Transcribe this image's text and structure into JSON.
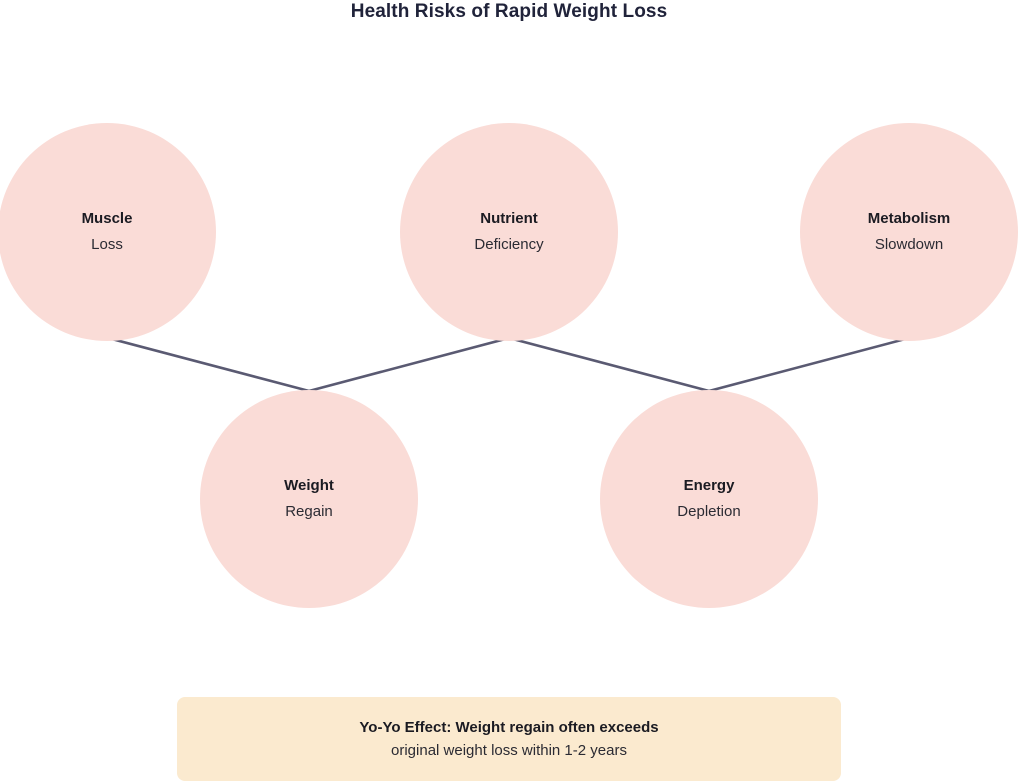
{
  "header": {
    "title": "Health Risks of Rapid Weight Loss"
  },
  "colors": {
    "node_fill": "#fadcd7",
    "node_title_text": "#1b1b22",
    "node_subtitle_text": "#2b2b33",
    "title_text": "#20233a",
    "connector_line": "#5a5a72",
    "callout_fill": "#fbeacf",
    "background": "#ffffff"
  },
  "nodes": [
    {
      "id": "muscle",
      "title": "Muscle",
      "subtitle": "Loss"
    },
    {
      "id": "nutrient",
      "title": "Nutrient",
      "subtitle": "Deficiency"
    },
    {
      "id": "metabolism",
      "title": "Metabolism",
      "subtitle": "Slowdown"
    },
    {
      "id": "weight",
      "title": "Weight",
      "subtitle": "Regain"
    },
    {
      "id": "energy",
      "title": "Energy",
      "subtitle": "Depletion"
    }
  ],
  "connectors": [
    {
      "from": "muscle",
      "to": "weight"
    },
    {
      "from": "weight",
      "to": "nutrient"
    },
    {
      "from": "nutrient",
      "to": "energy"
    },
    {
      "from": "energy",
      "to": "metabolism"
    }
  ],
  "callout": {
    "line1": "Yo-Yo Effect: Weight regain often exceeds",
    "line2": "original weight loss within 1-2 years"
  }
}
